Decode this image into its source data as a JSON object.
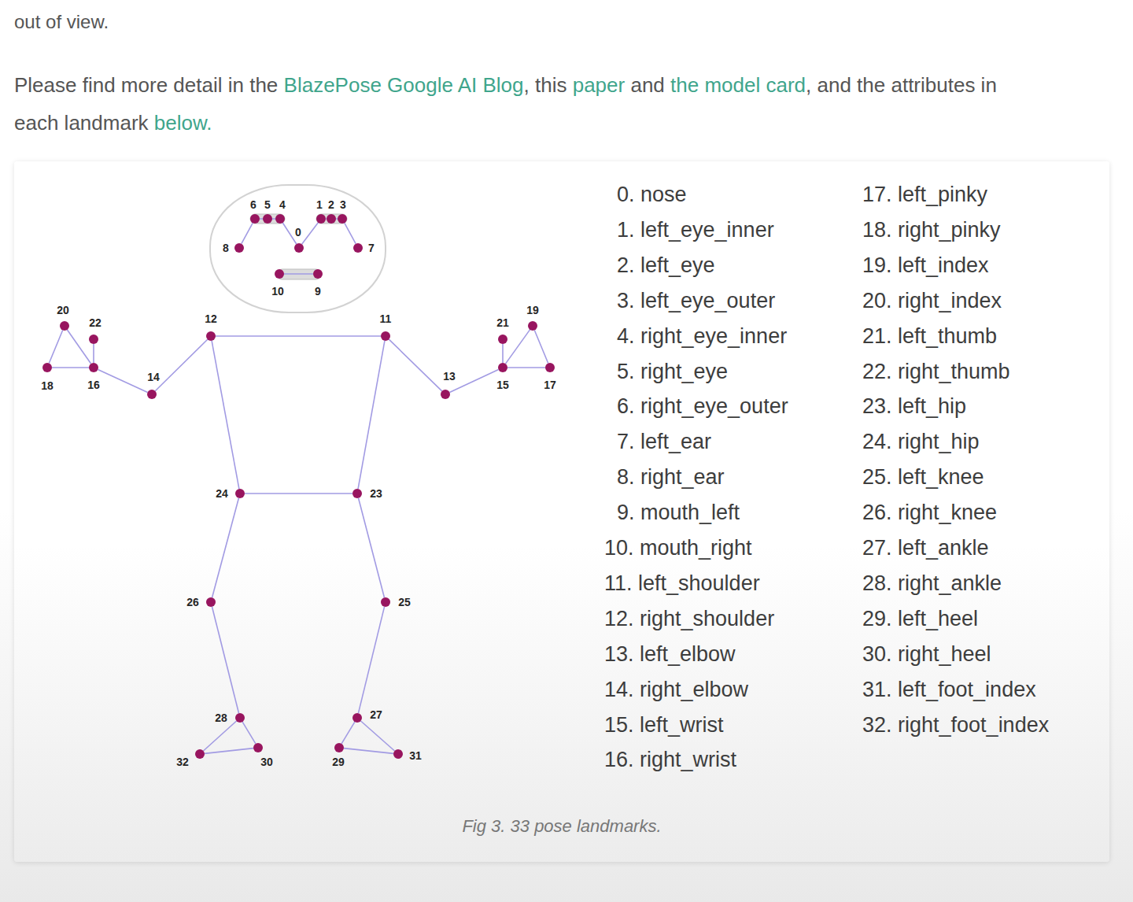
{
  "diagram": {
    "caption": "Fig 3. 33 pose landmarks.",
    "nodes": [
      {
        "text": [
          "0"
        ]
      },
      {
        "text": [
          "1"
        ]
      },
      {
        "text": [
          "2"
        ]
      },
      {
        "text": [
          "3"
        ]
      },
      {
        "text": [
          "4"
        ]
      },
      {
        "text": [
          "5"
        ]
      },
      {
        "text": [
          "6"
        ]
      },
      {
        "text": [
          "7"
        ]
      },
      {
        "text": [
          "8"
        ]
      },
      {
        "text": [
          "9"
        ]
      },
      {
        "text": [
          "10"
        ]
      },
      {
        "text": [
          "11"
        ]
      },
      {
        "text": [
          "12"
        ]
      },
      {
        "text": [
          "13"
        ]
      },
      {
        "text": [
          "14"
        ]
      },
      {
        "text": [
          "15"
        ]
      },
      {
        "text": [
          "16"
        ]
      },
      {
        "text": [
          "17"
        ]
      },
      {
        "text": [
          "18"
        ]
      },
      {
        "text": [
          "19"
        ]
      },
      {
        "text": [
          "20"
        ]
      },
      {
        "text": [
          "21"
        ]
      },
      {
        "text": [
          "22"
        ]
      },
      {
        "text": [
          "23"
        ]
      },
      {
        "text": [
          "24"
        ]
      },
      {
        "text": [
          "25"
        ]
      },
      {
        "text": [
          "26"
        ]
      },
      {
        "text": [
          "27"
        ]
      },
      {
        "text": [
          "28"
        ]
      },
      {
        "text": [
          "29"
        ]
      },
      {
        "text": [
          "30"
        ]
      },
      {
        "text": [
          "31"
        ]
      },
      {
        "text": [
          "32"
        ]
      }
    ],
    "edges": [
      {
        "from": 8,
        "to": 6,
        "arrow": "none"
      },
      {
        "from": 6,
        "to": 5,
        "arrow": "none"
      },
      {
        "from": 5,
        "to": 4,
        "arrow": "none"
      },
      {
        "from": 4,
        "to": 0,
        "arrow": "none"
      },
      {
        "from": 0,
        "to": 1,
        "arrow": "none"
      },
      {
        "from": 1,
        "to": 2,
        "arrow": "none"
      },
      {
        "from": 2,
        "to": 3,
        "arrow": "none"
      },
      {
        "from": 3,
        "to": 7,
        "arrow": "none"
      },
      {
        "from": 10,
        "to": 9,
        "arrow": "none"
      },
      {
        "from": 12,
        "to": 11,
        "arrow": "none"
      },
      {
        "from": 11,
        "to": 13,
        "arrow": "none"
      },
      {
        "from": 13,
        "to": 15,
        "arrow": "none"
      },
      {
        "from": 15,
        "to": 17,
        "arrow": "none"
      },
      {
        "from": 15,
        "to": 19,
        "arrow": "none"
      },
      {
        "from": 17,
        "to": 19,
        "arrow": "none"
      },
      {
        "from": 15,
        "to": 21,
        "arrow": "none"
      },
      {
        "from": 12,
        "to": 14,
        "arrow": "none"
      },
      {
        "from": 14,
        "to": 16,
        "arrow": "none"
      },
      {
        "from": 16,
        "to": 18,
        "arrow": "none"
      },
      {
        "from": 16,
        "to": 20,
        "arrow": "none"
      },
      {
        "from": 18,
        "to": 20,
        "arrow": "none"
      },
      {
        "from": 16,
        "to": 22,
        "arrow": "none"
      },
      {
        "from": 11,
        "to": 23,
        "arrow": "none"
      },
      {
        "from": 12,
        "to": 24,
        "arrow": "none"
      },
      {
        "from": 24,
        "to": 23,
        "arrow": "none"
      },
      {
        "from": 23,
        "to": 25,
        "arrow": "none"
      },
      {
        "from": 24,
        "to": 26,
        "arrow": "none"
      },
      {
        "from": 25,
        "to": 27,
        "arrow": "none"
      },
      {
        "from": 26,
        "to": 28,
        "arrow": "none"
      },
      {
        "from": 27,
        "to": 29,
        "arrow": "none"
      },
      {
        "from": 27,
        "to": 31,
        "arrow": "none"
      },
      {
        "from": 29,
        "to": 31,
        "arrow": "none"
      },
      {
        "from": 28,
        "to": 30,
        "arrow": "none"
      },
      {
        "from": 28,
        "to": 32,
        "arrow": "none"
      },
      {
        "from": 30,
        "to": 32,
        "arrow": "none"
      }
    ],
    "labels": [
      "out of view.",
      "Please find more detail in the",
      "BlazePose Google AI Blog",
      ", this",
      "paper",
      "and",
      "the model card",
      ", and the attributes in each landmark",
      "below.",
      "0. nose",
      "1. left_eye_inner",
      "2. left_eye",
      "3. left_eye_outer",
      "4. right_eye_inner",
      "5. right_eye",
      "6. right_eye_outer",
      "7. left_ear",
      "8. right_ear",
      "9. mouth_left",
      "10. mouth_right",
      "11. left_shoulder",
      "12. right_shoulder",
      "13. left_elbow",
      "14. right_elbow",
      "15. left_wrist",
      "16. right_wrist",
      "17. left_pinky",
      "18. right_pinky",
      "19. left_index",
      "20. right_index",
      "21. left_thumb",
      "22. right_thumb",
      "23. left_hip",
      "24. right_hip",
      "25. left_knee",
      "26. right_knee",
      "27. left_ankle",
      "28. right_ankle",
      "29. left_heel",
      "30. right_heel",
      "31. left_foot_index",
      "32. right_foot_index"
    ]
  }
}
